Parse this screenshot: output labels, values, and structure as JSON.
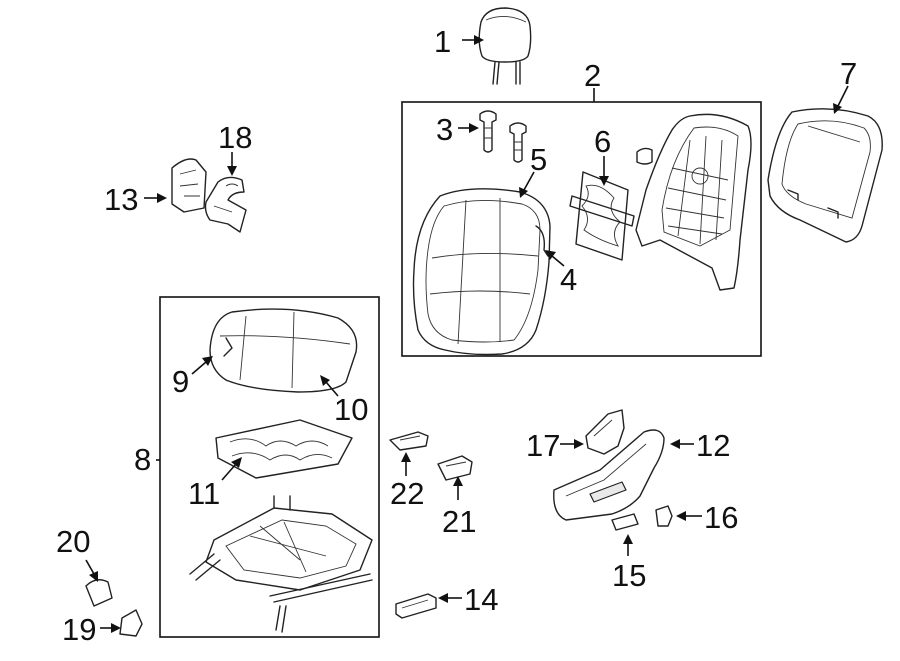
{
  "callouts": [
    {
      "id": "1",
      "text": "1"
    },
    {
      "id": "2",
      "text": "2"
    },
    {
      "id": "3",
      "text": "3"
    },
    {
      "id": "4",
      "text": "4"
    },
    {
      "id": "5",
      "text": "5"
    },
    {
      "id": "6",
      "text": "6"
    },
    {
      "id": "7",
      "text": "7"
    },
    {
      "id": "8",
      "text": "8"
    },
    {
      "id": "9",
      "text": "9"
    },
    {
      "id": "10",
      "text": "10"
    },
    {
      "id": "11",
      "text": "11"
    },
    {
      "id": "12",
      "text": "12"
    },
    {
      "id": "13",
      "text": "13"
    },
    {
      "id": "14",
      "text": "14"
    },
    {
      "id": "15",
      "text": "15"
    },
    {
      "id": "16",
      "text": "16"
    },
    {
      "id": "17",
      "text": "17"
    },
    {
      "id": "18",
      "text": "18"
    },
    {
      "id": "19",
      "text": "19"
    },
    {
      "id": "20",
      "text": "20"
    },
    {
      "id": "21",
      "text": "21"
    },
    {
      "id": "22",
      "text": "22"
    }
  ],
  "colors": {
    "line": "#111111",
    "background": "#ffffff"
  }
}
